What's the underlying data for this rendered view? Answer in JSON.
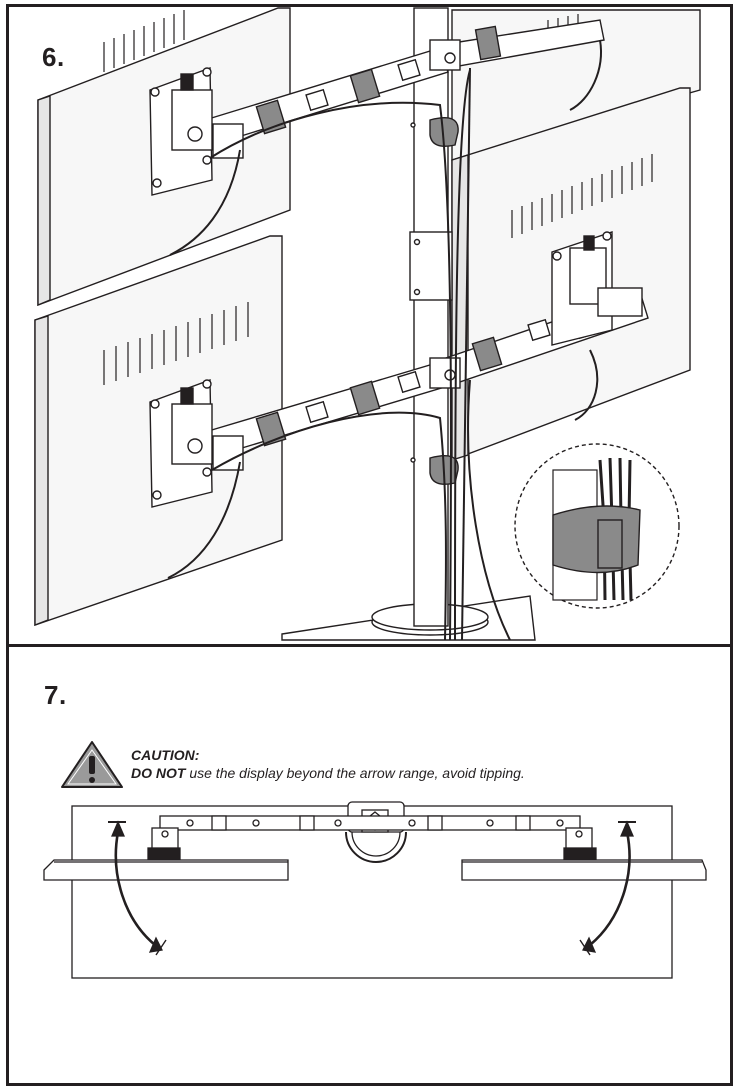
{
  "step6": {
    "number": "6."
  },
  "step7": {
    "number": "7.",
    "caution_title": "CAUTION:",
    "caution_emphasis": "DO NOT",
    "caution_text": " use the display beyond the arrow range, avoid tipping."
  },
  "icons": {
    "warning": "warning-triangle-icon"
  },
  "colors": {
    "border": "#231f20",
    "strap": "#8a8a8a",
    "warning_fill": "#9a9a9a"
  }
}
